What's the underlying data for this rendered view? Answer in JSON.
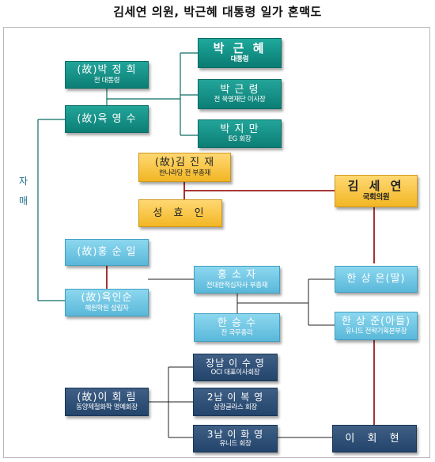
{
  "title": "김세연 의원, 박근혜 대통령 일가 혼맥도",
  "side_label": [
    "자",
    "매"
  ],
  "people": {
    "park_jh": {
      "name": "(故)박 정 희",
      "sub": "전 대통령"
    },
    "yuk_ys": {
      "name": "(故)육 영 수",
      "sub": ""
    },
    "park_gh": {
      "name": "박 근 혜",
      "sub": "대통령"
    },
    "park_gr": {
      "name": "박 근 령",
      "sub": "전 육영재단 이사장"
    },
    "park_jm": {
      "name": "박 지 만",
      "sub": "EG 회장"
    },
    "kim_jj": {
      "name": "(故)김 진 재",
      "sub": "한나라당 전 부총재"
    },
    "seong_hi": {
      "name": "성 효 인",
      "sub": ""
    },
    "kim_sy": {
      "name": "김 세 연",
      "sub": "국회의원"
    },
    "hong_si": {
      "name": "(故)홍 순 일",
      "sub": ""
    },
    "yuk_is": {
      "name": "(故)육인순",
      "sub": "혜원학원 설립자"
    },
    "hong_sj": {
      "name": "홍 소 자",
      "sub": "전대한적십자사 부총재"
    },
    "han_ss": {
      "name": "한 승 수",
      "sub": "전 국무총리"
    },
    "han_se": {
      "name": "한 상 은(딸)",
      "sub": ""
    },
    "han_sj": {
      "name": "한 상 준(아들)",
      "sub": "유니드 전략기획본부장"
    },
    "lee_hr": {
      "name": "(故)이 회 림",
      "sub": "동양제철화학 명예회장"
    },
    "lee_sy": {
      "name": "장남 이 수 영",
      "sub": "OCI 대표이사회장"
    },
    "lee_by": {
      "name": "2남 이 복 영",
      "sub": "삼광글라스 회장"
    },
    "lee_hy": {
      "name": "3남 이 화 영",
      "sub": "유니드 회장"
    },
    "lee_hh": {
      "name": "이 회 현",
      "sub": ""
    }
  }
}
